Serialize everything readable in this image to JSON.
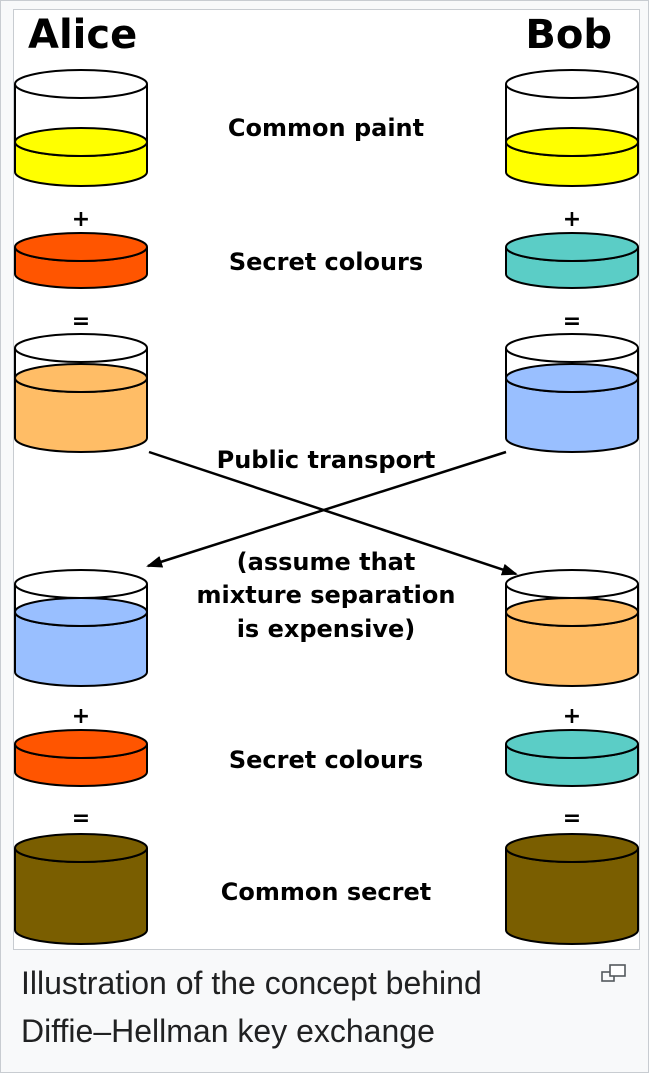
{
  "figure": {
    "alice_label": "Alice",
    "bob_label": "Bob",
    "labels": {
      "common_paint": "Common paint",
      "secret_colours_1": "Secret colours",
      "public_transport": "Public transport",
      "assume_1": "(assume that",
      "assume_2": "mixture separation",
      "assume_3": "is expensive)",
      "secret_colours_2": "Secret colours",
      "common_secret": "Common secret"
    },
    "operators": {
      "plus": "+",
      "equals": "="
    },
    "colors": {
      "common_paint": "#ffff00",
      "alice_secret": "#ff5500",
      "bob_secret": "#5bcdc6",
      "alice_mix": "#ffbd66",
      "bob_mix": "#99bfff",
      "common_secret": "#7a5e00",
      "outline": "#000000"
    },
    "icons": {
      "enlarge": "enlarge-icon"
    }
  },
  "caption": {
    "line1": "Illustration of the concept behind",
    "line2": "Diffie–Hellman key exchange"
  }
}
